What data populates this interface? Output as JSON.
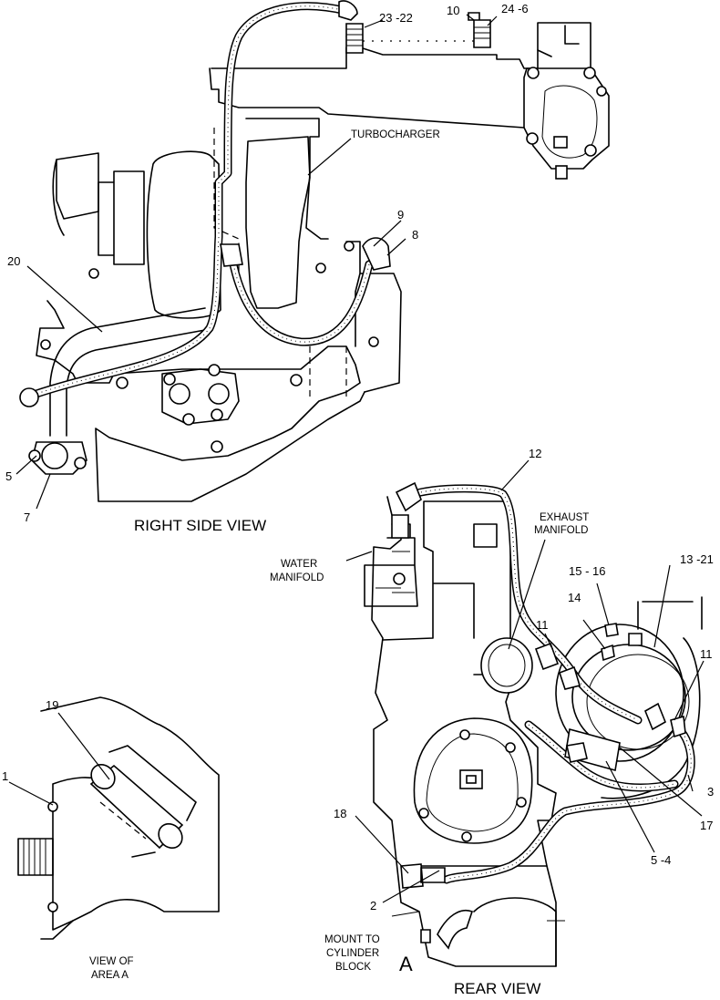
{
  "views": {
    "right_side": "RIGHT SIDE VIEW",
    "rear": "REAR VIEW",
    "area_a_line1": "VIEW OF",
    "area_a_line2": "AREA  A"
  },
  "labels": {
    "turbocharger": "TURBOCHARGER",
    "exhaust_line1": "EXHAUST",
    "exhaust_line2": "MANIFOLD",
    "water_line1": "WATER",
    "water_line2": "MANIFOLD",
    "mount_line1": "MOUNT TO",
    "mount_line2": "CYLINDER",
    "mount_line3": "BLOCK",
    "area_marker": "A"
  },
  "callouts": {
    "c23_22": "23 -22",
    "c10": "10",
    "c24_6": "24 -6",
    "c9": "9",
    "c8": "8",
    "c20": "20",
    "c5": "5",
    "c7": "7",
    "c12": "12",
    "c13_21": "13 -21",
    "c15_16": "15 - 16",
    "c14": "14",
    "c11a": "11",
    "c11b": "11",
    "c3": "3",
    "c17": "17",
    "c5_4": "5 -4",
    "c18": "18",
    "c2": "2",
    "c19": "19",
    "c1": "1"
  }
}
